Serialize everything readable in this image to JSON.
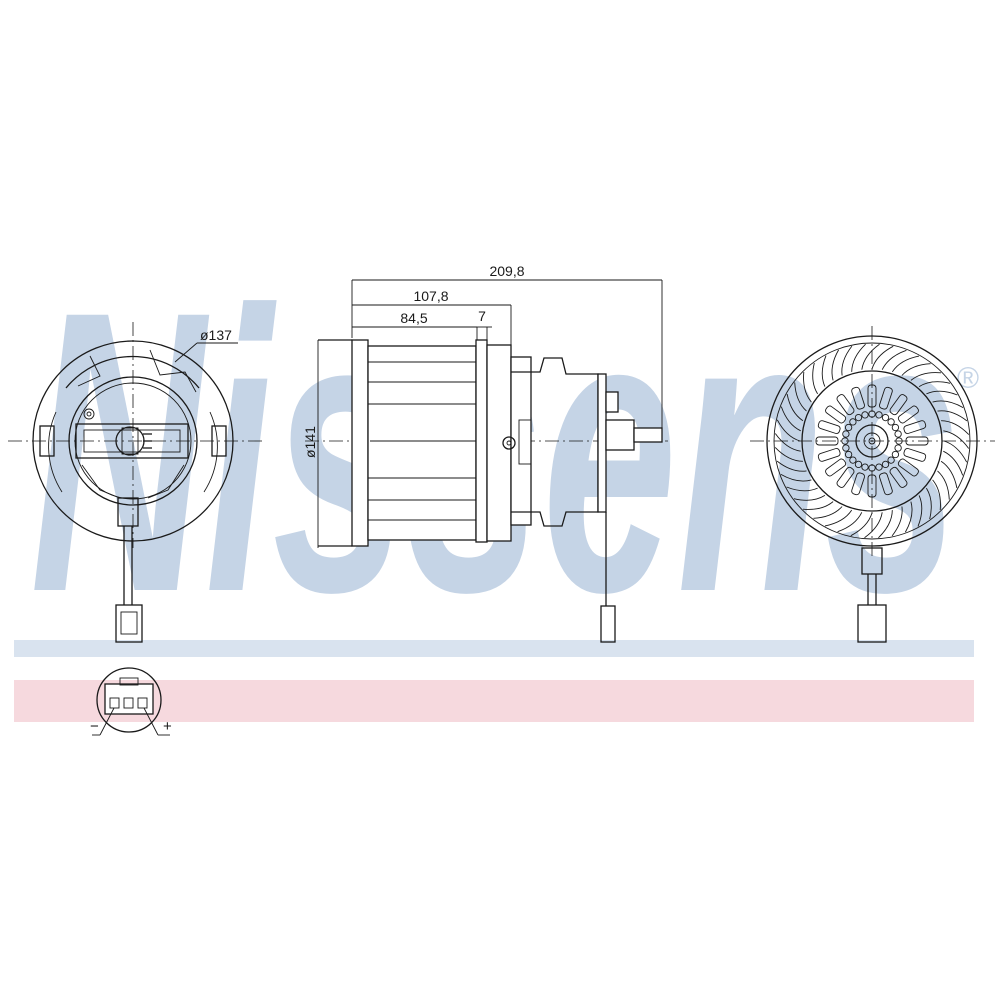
{
  "brand": {
    "watermark_text": "Nissens",
    "registered_mark": "®",
    "watermark_color": "#c5d4e6",
    "band_blue": "#d9e3ef",
    "band_pink": "#f6d9de"
  },
  "dimensions": {
    "front_diameter": "ø137",
    "side_diameter": "ø141",
    "overall_length": "209,8",
    "body_length": "107,8",
    "fan_length": "84,5",
    "flange_width": "7"
  },
  "connector": {
    "negative": "−",
    "positive": "+"
  }
}
